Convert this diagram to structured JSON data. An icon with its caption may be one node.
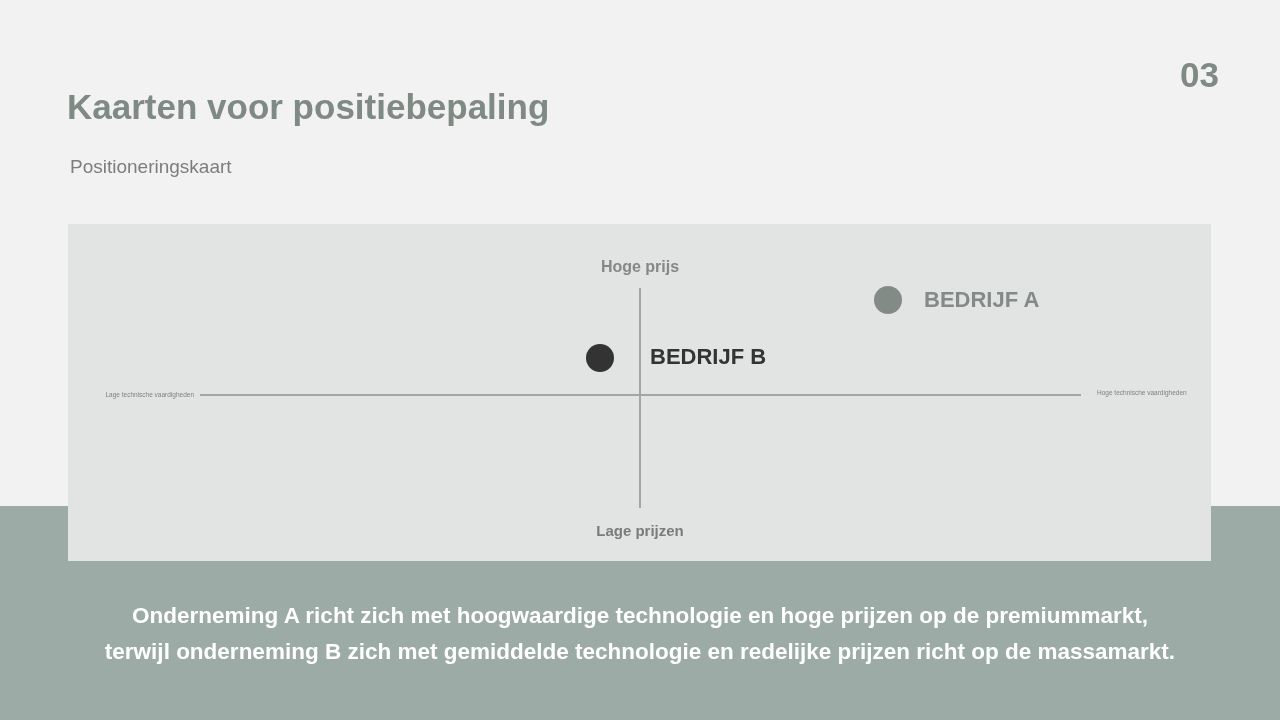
{
  "diagram": {
    "title": "Kaarten voor positiebepaling",
    "caption": "Onderneming A richt zich met hoogwaardige technologie en hoge prijzen op de premiummarkt, terwijl onderneming B zich met gemiddelde technologie en redelijke prijzen richt op de massamarkt.",
    "labels": [
      "03",
      "Positioneringskaart",
      "Hoge prijs",
      "BEDRIJF A",
      "BEDRIJF B",
      "Lage technische vaardigheden",
      "Hoge technische vaardigheden",
      "Lage prijzen"
    ]
  }
}
